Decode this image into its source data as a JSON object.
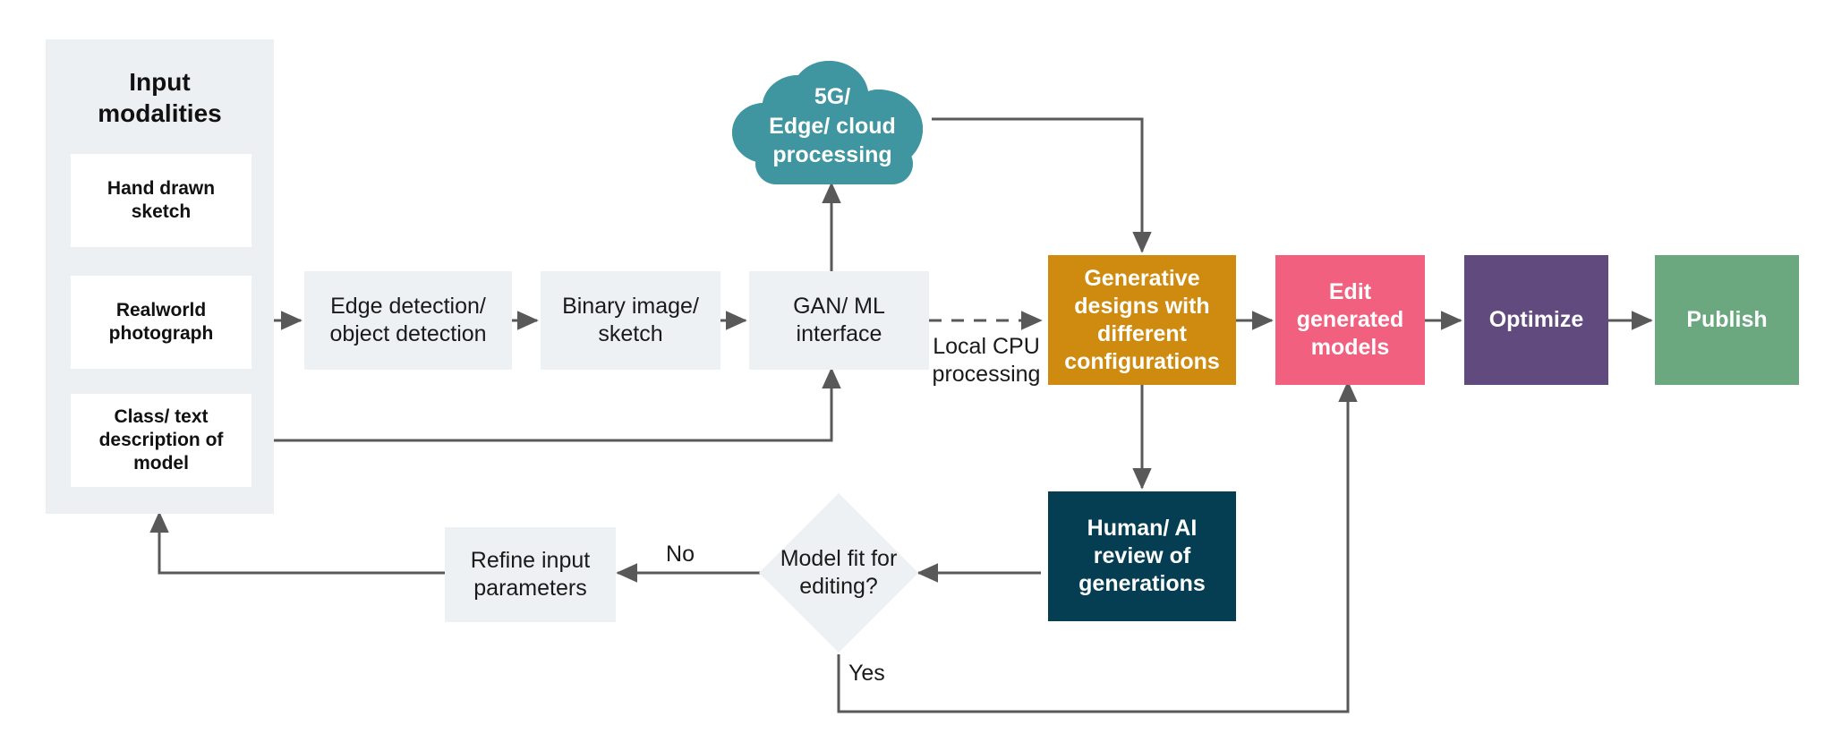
{
  "diagram": {
    "title": "Generative design pipeline flowchart",
    "colors": {
      "panel": "#ecf0f2",
      "grey_box": "#edf1f3",
      "white_box": "#ffffff",
      "cloud_teal": "#3f96a0",
      "orange": "#cf8a10",
      "pink": "#f2607f",
      "purple": "#604a7e",
      "green": "#6ba77f",
      "dark_teal": "#053e52",
      "connector": "#595959",
      "text_dark": "#111111",
      "text_light": "#ffffff"
    },
    "input_panel": {
      "title": "Input\nmodalities",
      "items": [
        {
          "label": "Hand drawn\nsketch"
        },
        {
          "label": "Realworld\nphotograph"
        },
        {
          "label": "Class/ text\ndescription of\nmodel"
        }
      ]
    },
    "nodes": [
      {
        "id": "edge_detection",
        "label": "Edge detection/\nobject detection",
        "shape": "rect",
        "style": "grey"
      },
      {
        "id": "binary_image",
        "label": "Binary image/\nsketch",
        "shape": "rect",
        "style": "grey"
      },
      {
        "id": "gan_ml",
        "label": "GAN/ ML\ninterface",
        "shape": "rect",
        "style": "grey"
      },
      {
        "id": "cloud",
        "label": "5G/\nEdge/ cloud\nprocessing",
        "shape": "cloud",
        "style": "teal"
      },
      {
        "id": "generative",
        "label": "Generative\ndesigns with\ndifferent\nconfigurations",
        "shape": "rect",
        "style": "orange"
      },
      {
        "id": "edit_models",
        "label": "Edit\ngenerated\nmodels",
        "shape": "rect",
        "style": "pink"
      },
      {
        "id": "optimize",
        "label": "Optimize",
        "shape": "rect",
        "style": "purple"
      },
      {
        "id": "publish",
        "label": "Publish",
        "shape": "rect",
        "style": "green"
      },
      {
        "id": "review",
        "label": "Human/ AI\nreview of\ngenerations",
        "shape": "rect",
        "style": "dark_teal"
      },
      {
        "id": "decision",
        "label": "Model fit for\nediting?",
        "shape": "diamond",
        "style": "grey"
      },
      {
        "id": "refine",
        "label": "Refine input\nparameters",
        "shape": "rect",
        "style": "grey"
      }
    ],
    "edge_labels": [
      {
        "id": "local_cpu",
        "text": "Local CPU\nprocessing"
      },
      {
        "id": "no",
        "text": "No"
      },
      {
        "id": "yes",
        "text": "Yes"
      }
    ]
  }
}
